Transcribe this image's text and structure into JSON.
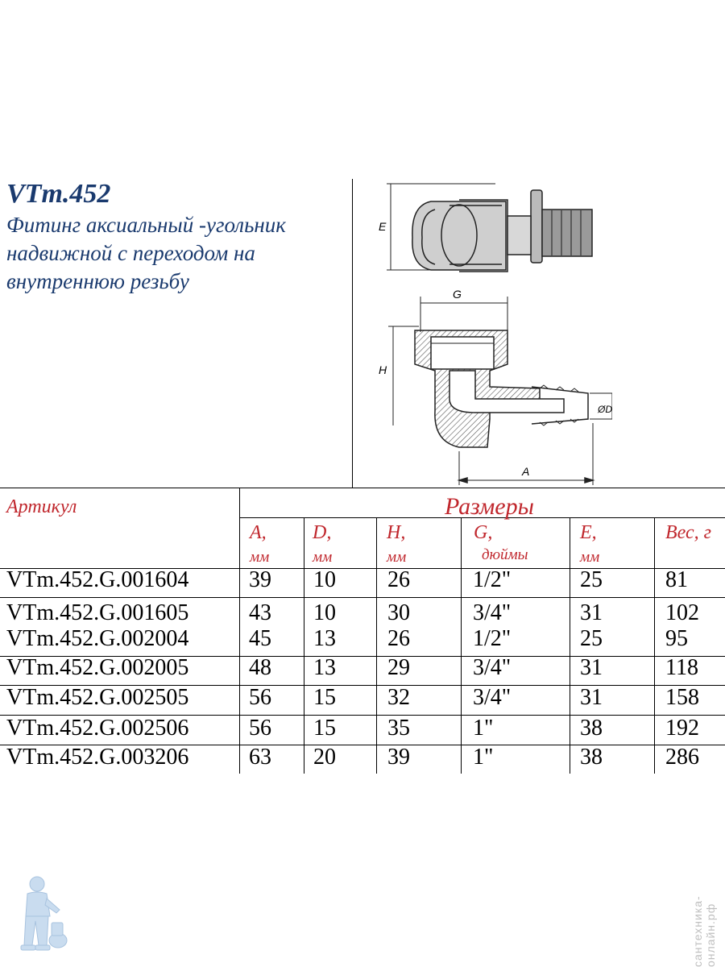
{
  "product": {
    "code": "VTm.452",
    "description_lines": [
      "Фитинг аксиальный -угольник",
      "надвижной с переходом на",
      "внутреннюю резьбу"
    ]
  },
  "drawing": {
    "labels": {
      "E": "E",
      "G": "G",
      "H": "H",
      "D": "ØD",
      "A": "A"
    }
  },
  "table": {
    "artikul_header": "Артикул",
    "sizes_header": "Размеры",
    "columns": [
      {
        "symbol": "A,",
        "unit": "мм"
      },
      {
        "symbol": "D,",
        "unit": "мм"
      },
      {
        "symbol": "H,",
        "unit": "мм"
      },
      {
        "symbol": "G,",
        "unit": "дюймы"
      },
      {
        "symbol": "E,",
        "unit": "мм"
      },
      {
        "symbol": "Вес, г",
        "unit": ""
      }
    ],
    "rows": [
      {
        "article": "VTm.452.G.001604",
        "values": [
          "39",
          "10",
          "26",
          "1/2\"",
          "25",
          "81"
        ]
      },
      {
        "article": "VTm.452.G.001605",
        "values": [
          "43",
          "10",
          "30",
          "3/4\"",
          "31",
          "102"
        ]
      },
      {
        "article": "VTm.452.G.002004",
        "values": [
          "45",
          "13",
          "26",
          "1/2\"",
          "25",
          "95"
        ]
      },
      {
        "article": "VTm.452.G.002005",
        "values": [
          "48",
          "13",
          "29",
          "3/4\"",
          "31",
          "118"
        ]
      },
      {
        "article": "VTm.452.G.002505",
        "values": [
          "56",
          "15",
          "32",
          "3/4\"",
          "31",
          "158"
        ]
      },
      {
        "article": "VTm.452.G.002506",
        "values": [
          "56",
          "15",
          "35",
          "1\"",
          "38",
          "192"
        ]
      },
      {
        "article": "VTm.452.G.003206",
        "values": [
          "63",
          "20",
          "39",
          "1\"",
          "38",
          "286"
        ]
      }
    ]
  },
  "watermark": "сантехника-онлайн.рф",
  "colors": {
    "title": "#1a3a6e",
    "header_red": "#c0272d"
  }
}
